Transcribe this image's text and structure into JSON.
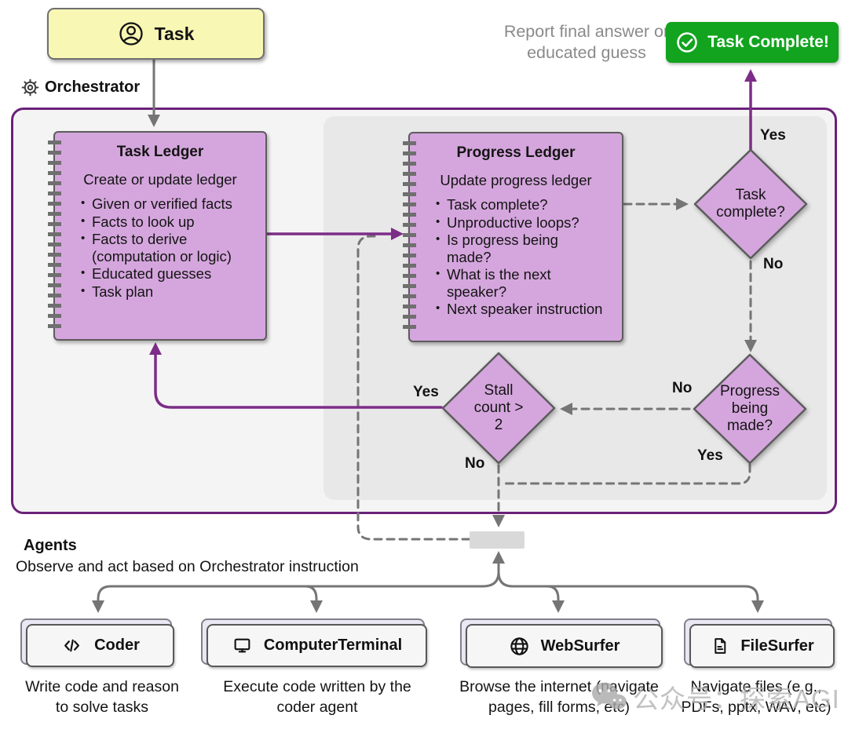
{
  "task_box": {
    "label": "Task"
  },
  "report": {
    "text": "Report final answer or\neducated guess"
  },
  "task_complete_badge": {
    "label": "Task Complete!"
  },
  "orchestrator": {
    "label": "Orchestrator"
  },
  "task_ledger": {
    "title": "Task Ledger",
    "subtitle": "Create or update ledger",
    "bullets": [
      "Given or verified facts",
      "Facts to look up",
      "Facts to derive\n(computation or logic)",
      "Educated guesses",
      "Task plan"
    ]
  },
  "progress_ledger": {
    "title": "Progress Ledger",
    "subtitle": "Update progress ledger",
    "bullets": [
      "Task complete?",
      "Unproductive loops?",
      "Is progress being\nmade?",
      "What is the next\nspeaker?",
      "Next speaker instruction"
    ]
  },
  "decisions": {
    "task_complete": {
      "label": "Task\ncomplete?",
      "yes": "Yes",
      "no": "No"
    },
    "progress": {
      "label": "Progress\nbeing\nmade?",
      "yes": "Yes",
      "no": "No"
    },
    "stall": {
      "label": "Stall\ncount >\n2",
      "yes": "Yes",
      "no": "No"
    }
  },
  "agents": {
    "title": "Agents",
    "subtitle": "Observe and act based on Orchestrator instruction",
    "cards": [
      {
        "name": "Coder",
        "icon": "code-icon",
        "description": "Write code and reason\nto solve tasks"
      },
      {
        "name": "ComputerTerminal",
        "icon": "monitor-icon",
        "description": "Execute code written by the\ncoder agent"
      },
      {
        "name": "WebSurfer",
        "icon": "globe-icon",
        "description": "Browse the internet (navigate\npages, fill forms, etc)"
      },
      {
        "name": "FileSurfer",
        "icon": "file-icon",
        "description": "Navigate files (e.g.,\nPDFs, pptx, WAV, etc)"
      }
    ]
  },
  "watermark": {
    "text": "公众号：探索AGI"
  },
  "colors": {
    "node_purple": "#d5a6dd",
    "arrow_purple": "#7c2d87",
    "container_border": "#6b2179",
    "gray_line": "#757575",
    "green": "#12a41e",
    "task_yellow": "#f8f7b4"
  }
}
